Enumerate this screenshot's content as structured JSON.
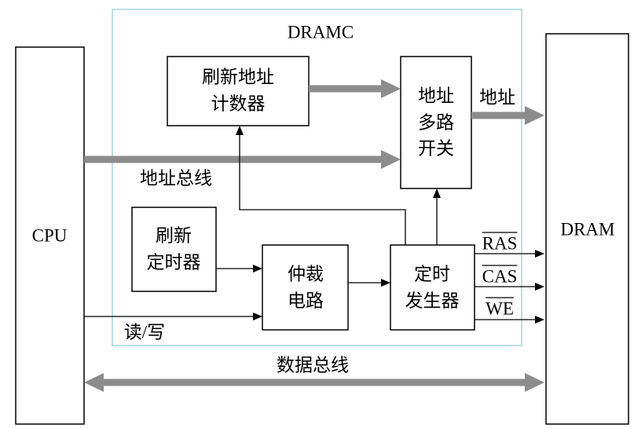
{
  "title": "DRAMC",
  "cpu": {
    "label": "CPU"
  },
  "dram": {
    "label": "DRAM"
  },
  "blocks": {
    "refresh_address_counter": {
      "lines": [
        "刷新地址",
        "计数器"
      ]
    },
    "address_multiplexer": {
      "lines": [
        "地址",
        "多路",
        "开关"
      ]
    },
    "refresh_timer": {
      "lines": [
        "刷新",
        "定时器"
      ]
    },
    "arbiter": {
      "lines": [
        "仲裁",
        "电路"
      ]
    },
    "timing_generator": {
      "lines": [
        "定时",
        "发生器"
      ]
    }
  },
  "signals": {
    "address_out": "地址",
    "address_bus": "地址总线",
    "read_write": "读/写",
    "data_bus": "数据总线",
    "ras": "RAS",
    "cas": "CAS",
    "we": "WE"
  },
  "colors": {
    "dramc_border": "#a3d3e6",
    "bus_arrow": "#8c8c8c",
    "line": "#000000"
  }
}
